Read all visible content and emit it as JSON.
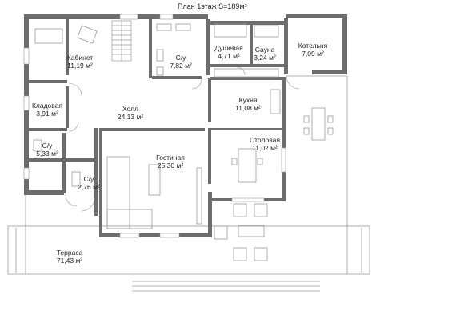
{
  "plan": {
    "title": "План 1этаж  S=189м²",
    "rooms": [
      {
        "name": "Кабинет",
        "area": "11,19 м²"
      },
      {
        "name": "С/у",
        "area": "7,82 м²"
      },
      {
        "name": "Душевая",
        "area": "4,71 м²"
      },
      {
        "name": "Сауна",
        "area": "3,24 м²"
      },
      {
        "name": "Котельня",
        "area": "7,09 м²"
      },
      {
        "name": "Кладовая",
        "area": "3,91 м²"
      },
      {
        "name": "Холл",
        "area": "24,13 м²"
      },
      {
        "name": "Кухня",
        "area": "11,08 м²"
      },
      {
        "name": "С/у",
        "area": "5,33 м²"
      },
      {
        "name": "Столовая",
        "area": "11,02 м²"
      },
      {
        "name": "Гостиная",
        "area": "25,30 м²"
      },
      {
        "name": "С/у",
        "area": "2,76 м²"
      },
      {
        "name": "Терраса",
        "area": "71,43 м²"
      }
    ]
  },
  "colors": {
    "wall": "#6d6d6d",
    "interior": "#ffffff",
    "terrace": "#ffffff",
    "furniture": "#9a9a9a"
  }
}
